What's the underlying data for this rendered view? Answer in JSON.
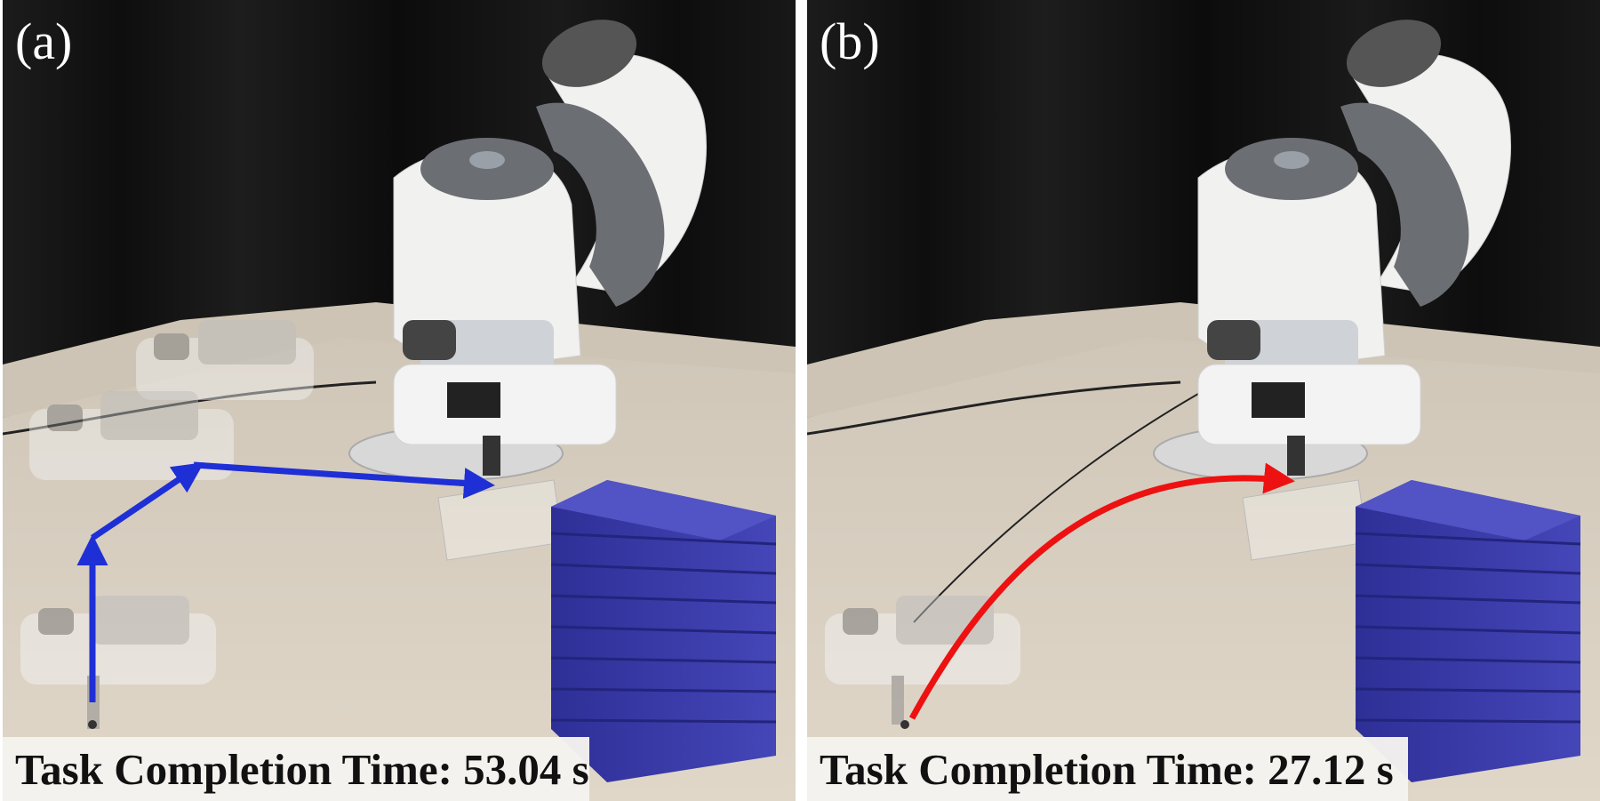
{
  "panels": [
    {
      "label": "(a)",
      "caption": "Task Completion Time: 53.04 s",
      "path_color": "#1f2fd6",
      "path_style": "piecewise-linear"
    },
    {
      "label": "(b)",
      "caption": "Task Completion Time: 27.12 s",
      "path_color": "#ee1111",
      "path_style": "smooth-curve"
    }
  ],
  "colors": {
    "curtain": "#141414",
    "table": "#d9d0c2",
    "robot_white": "#f1f1f0",
    "robot_grey": "#6b6e73",
    "box_blue": "#3a3ba8"
  }
}
